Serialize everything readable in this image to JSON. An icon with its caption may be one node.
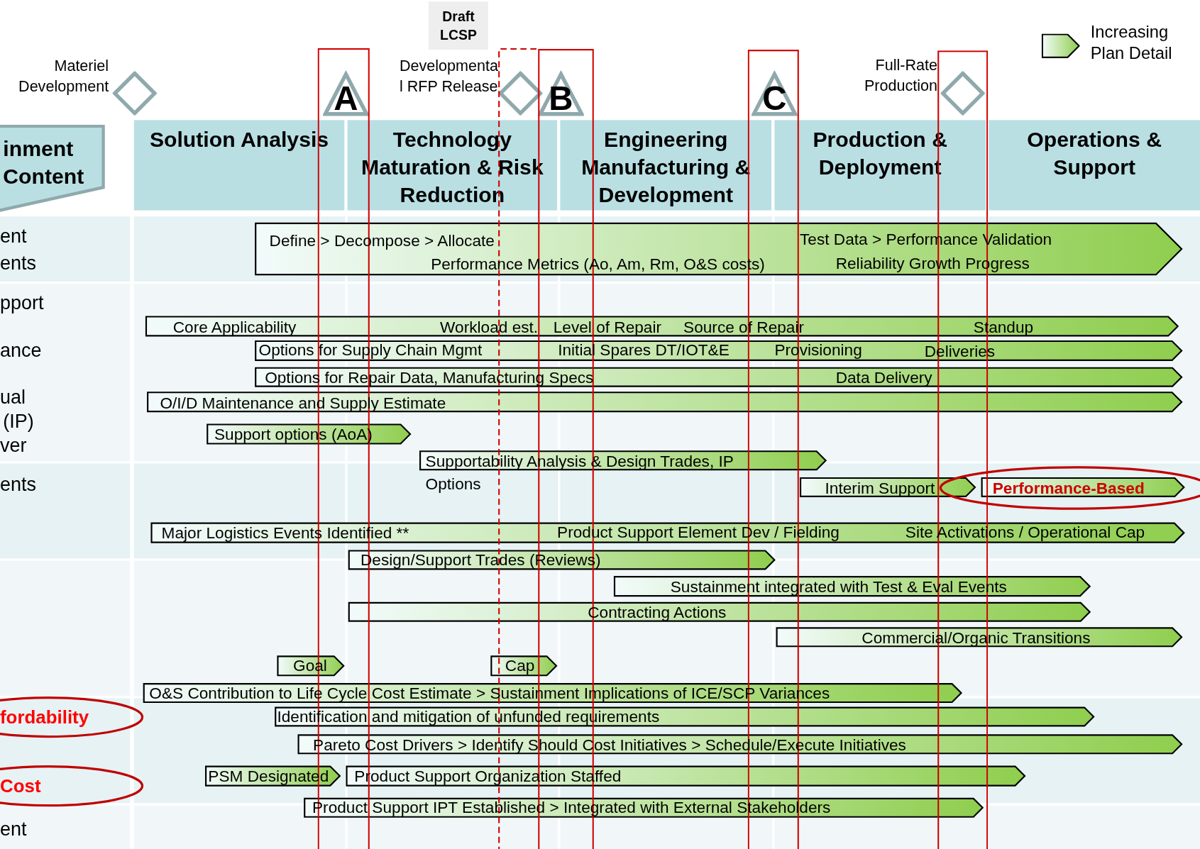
{
  "diagram": {
    "nodes": [
      {
        "text": [
          "Draft LCSP"
        ]
      },
      {
        "text": [],
        "shape": "diamond",
        "beside": [
          "Materiel Development"
        ]
      },
      {
        "text": [
          "A"
        ]
      },
      {
        "text": [],
        "shape": "diamond",
        "beside": [
          "Developmenta l RFP Release"
        ]
      },
      {
        "text": [
          "B"
        ]
      },
      {
        "text": [
          "C"
        ]
      },
      {
        "text": [],
        "shape": "diamond",
        "beside": [
          "Full-Rate Production"
        ]
      },
      {
        "text": [
          "inment Content"
        ]
      },
      {
        "text": [
          "Solution Analysis"
        ]
      },
      {
        "text": [
          "Technology Maturation & Risk Reduction"
        ]
      },
      {
        "text": [
          "Engineering Manufacturing & Development"
        ]
      },
      {
        "text": [
          "Production & Deployment"
        ]
      },
      {
        "text": [
          "Operations & Support"
        ]
      },
      {
        "text": [
          "Define > Decompose > Allocate",
          "Performance Metrics (Ao, Am, Rm, O&S costs)",
          "Test Data > Performance Validation",
          "Reliability Growth Progress"
        ]
      },
      {
        "text": [
          "Core Applicability",
          "Workload est.",
          "Level of Repair",
          "Source of Repair",
          "Standup"
        ]
      },
      {
        "text": [
          "Options for Supply Chain Mgmt",
          "Initial Spares DT/IOT&E",
          "Provisioning",
          "Deliveries"
        ]
      },
      {
        "text": [
          "Options for Repair Data, Manufacturing Specs",
          "Data Delivery"
        ]
      },
      {
        "text": [
          "O/I/D Maintenance and Supply Estimate"
        ]
      },
      {
        "text": [
          "Support options (AoA)"
        ]
      },
      {
        "text": [
          "Supportability Analysis & Design Trades, IP Options"
        ]
      },
      {
        "text": [
          "Interim Support"
        ]
      },
      {
        "text": [
          "Performance-Based"
        ]
      },
      {
        "text": [
          "Major Logistics Events Identified **",
          "Product Support Element Dev / Fielding",
          "Site Activations / Operational Cap"
        ]
      },
      {
        "text": [
          "Design/Support Trades (Reviews)"
        ]
      },
      {
        "text": [
          "Sustainment integrated with Test & Eval Events"
        ]
      },
      {
        "text": [
          "Contracting Actions"
        ]
      },
      {
        "text": [
          "Commercial/Organic Transitions"
        ]
      },
      {
        "text": [
          "Goal"
        ]
      },
      {
        "text": [
          "Cap"
        ]
      },
      {
        "text": [
          "O&S Contribution to Life Cycle Cost Estimate > Sustainment Implications of ICE/SCP Variances"
        ]
      },
      {
        "text": [
          "Identification and mitigation of unfunded requirements"
        ]
      },
      {
        "text": [
          "Pareto Cost Drivers > Identify Should Cost Initiatives > Schedule/Execute Initiatives"
        ]
      },
      {
        "text": [
          "PSM Designated"
        ]
      },
      {
        "text": [
          "Product Support Organization Staffed"
        ]
      },
      {
        "text": [
          "Product Support IPT Established > Integrated with External Stakeholders"
        ]
      },
      {
        "text": [
          "fordability"
        ]
      },
      {
        "text": [
          "Cost"
        ]
      }
    ],
    "labels": [
      "ent",
      "ents",
      "pport",
      "ance",
      "ual",
      "(IP)",
      "ver",
      "ents",
      "ent"
    ],
    "legend": [
      {
        "text": "Increasing Plan Detail"
      }
    ]
  }
}
